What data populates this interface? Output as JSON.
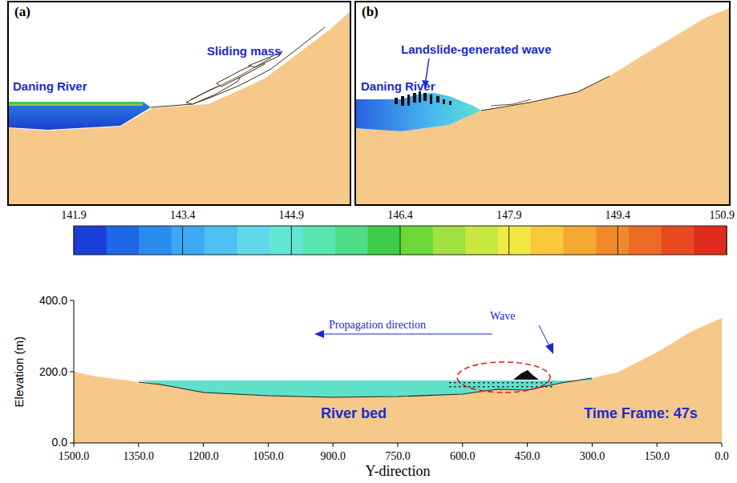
{
  "diagram": {
    "labels": [
      "(a)",
      "Sliding mass",
      "Daning River",
      "(b)",
      "Landslide-generated wave",
      "Daning River",
      "141.9",
      "143.4",
      "144.9",
      "146.4",
      "147.9",
      "149.4",
      "150.9",
      "400.0",
      "200.0",
      "0.0",
      "Elevation (m)",
      "Propagation direction",
      "Wave",
      "River bed",
      "Time Frame: 47s",
      "1500.0",
      "1350.0",
      "1200.0",
      "1050.0",
      "900.0",
      "750.0",
      "600.0",
      "450.0",
      "300.0",
      "150.0",
      "0.0",
      "Y-direction"
    ]
  }
}
